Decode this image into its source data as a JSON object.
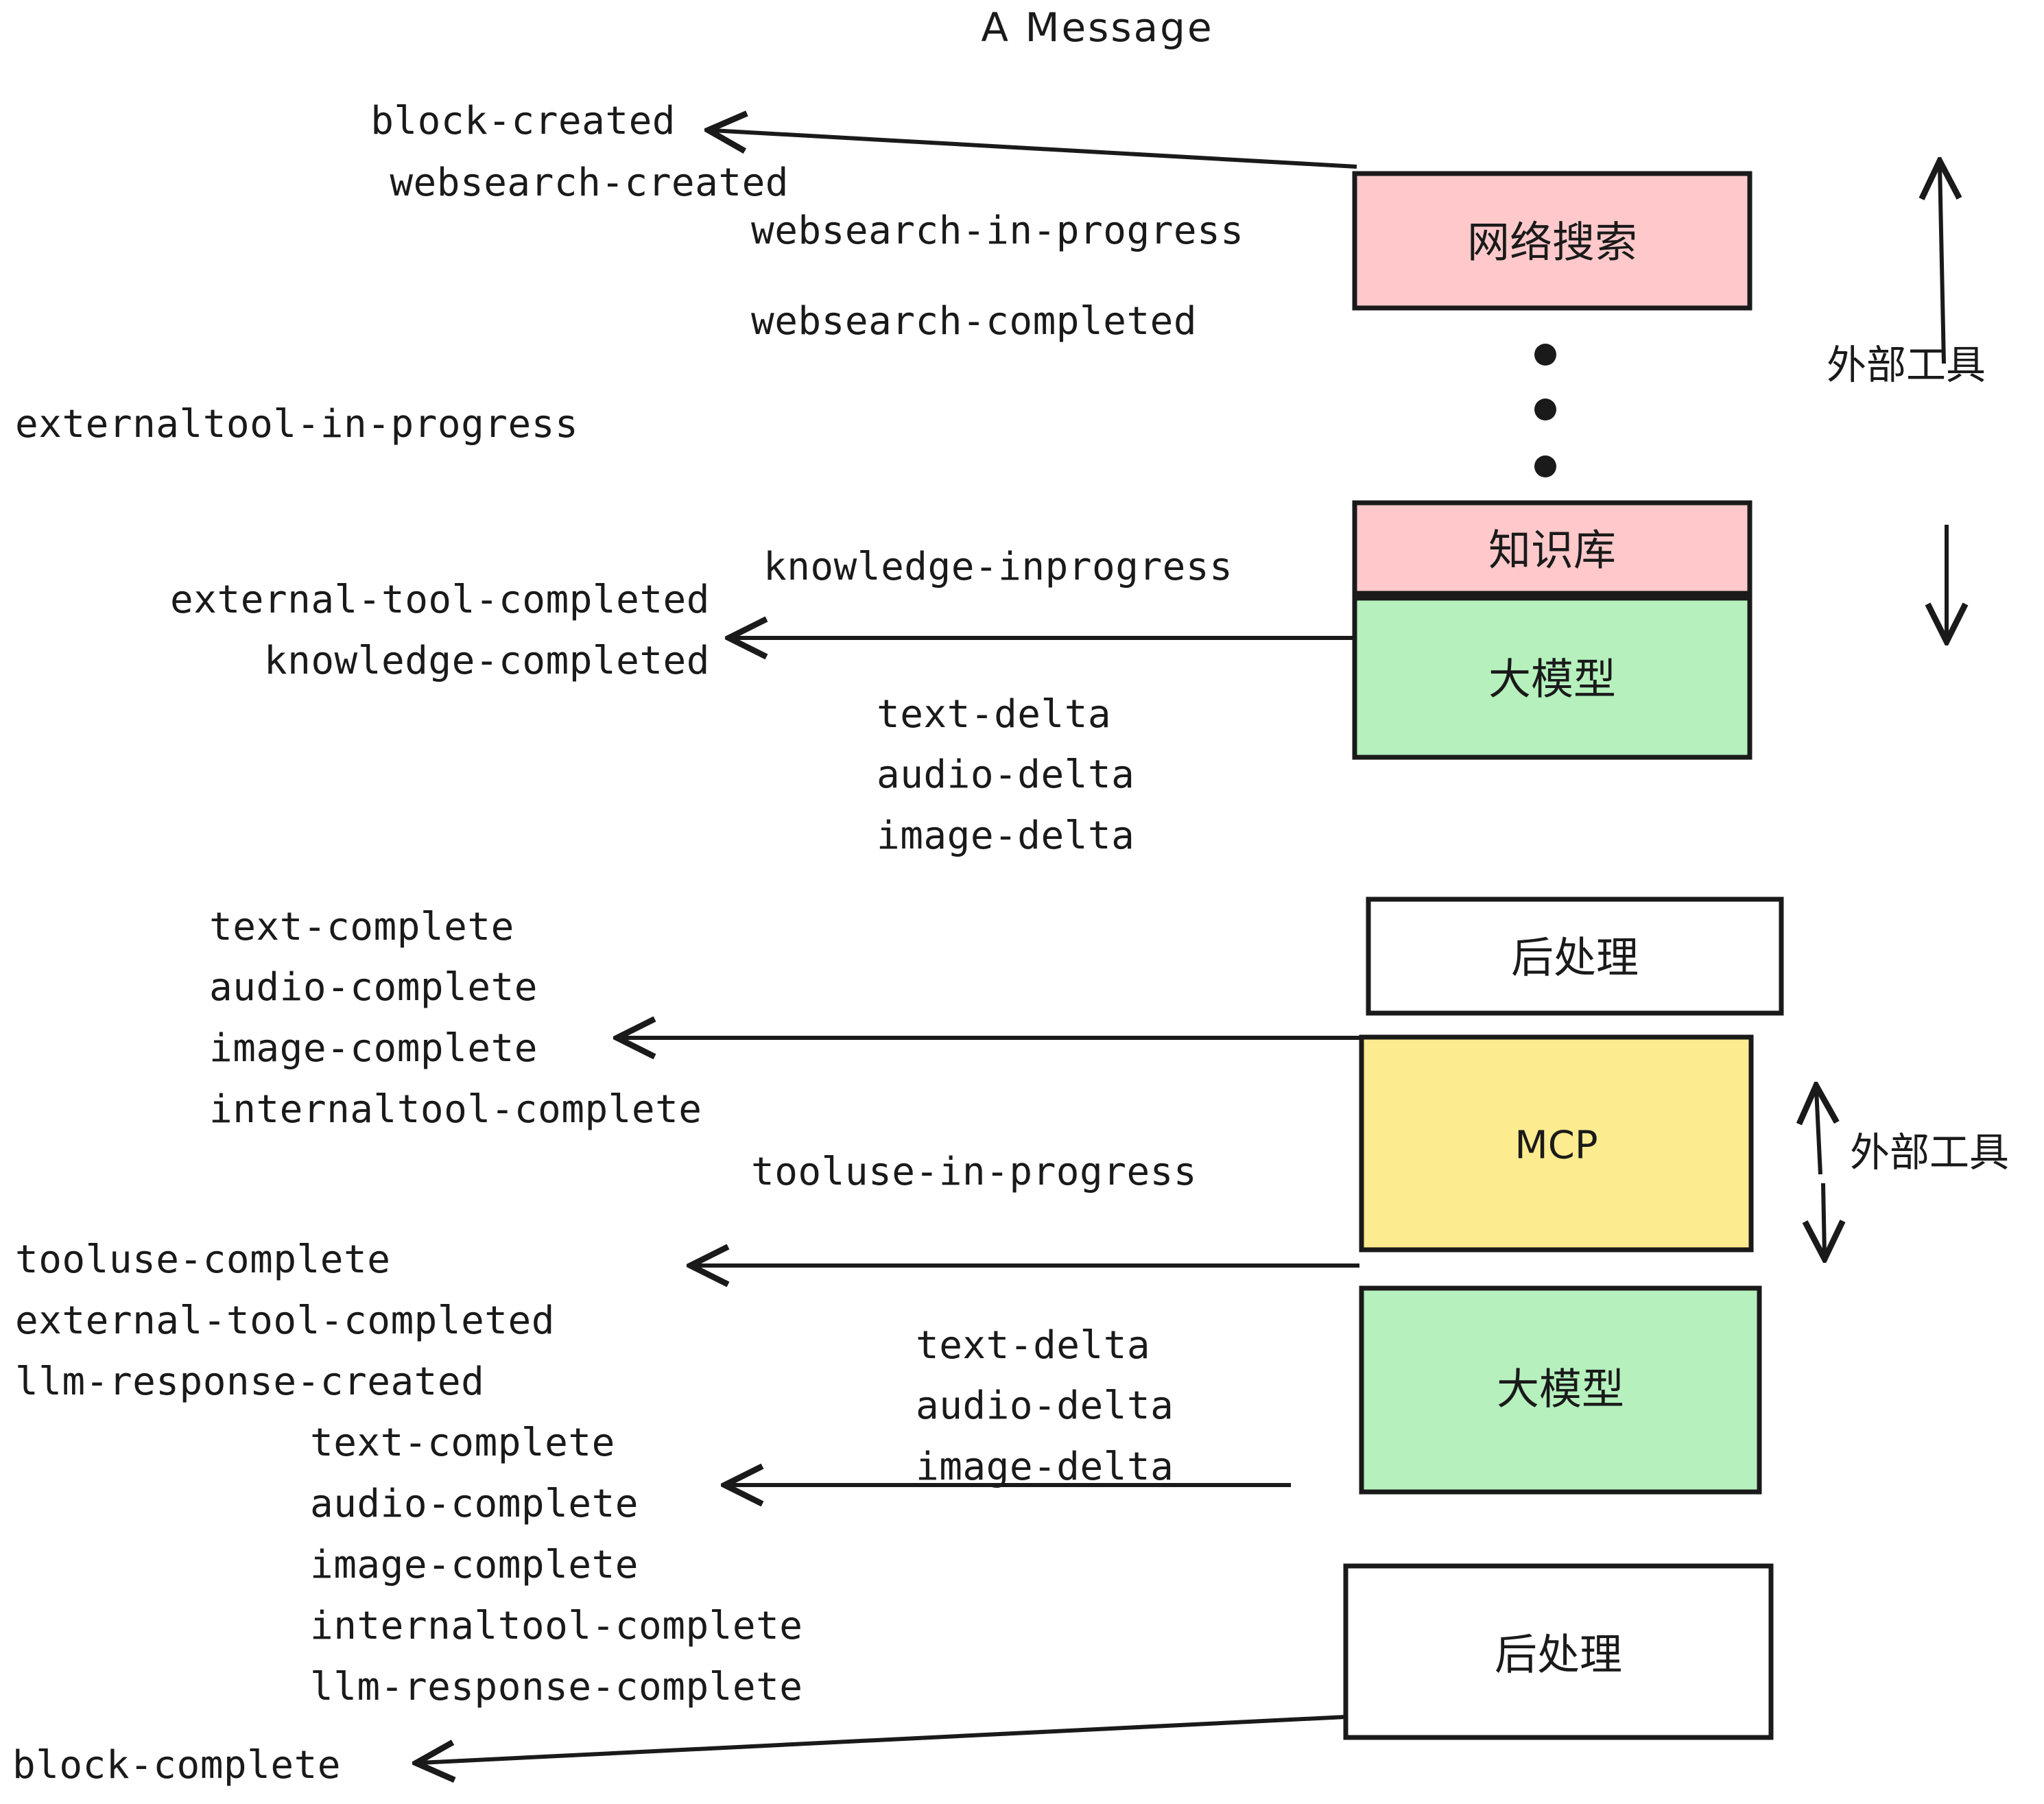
{
  "title": "A Message",
  "colors": {
    "pink": "#FFC9CB",
    "green": "#B5F0BD",
    "yellow": "#FDEB8F",
    "white": "#FFFFFF",
    "stroke": "#1A1A1A"
  },
  "nodes": [
    {
      "id": "websearch",
      "label": "网络搜索",
      "fill": "#FFC9CB"
    },
    {
      "id": "knowledge",
      "label": "知识库",
      "fill": "#FFC9CB"
    },
    {
      "id": "llm-1",
      "label": "大模型",
      "fill": "#B5F0BD"
    },
    {
      "id": "postproc-1",
      "label": "后处理",
      "fill": "#FFFFFF"
    },
    {
      "id": "mcp",
      "label": "MCP",
      "fill": "#FDEB8F"
    },
    {
      "id": "llm-2",
      "label": "大模型",
      "fill": "#B5F0BD"
    },
    {
      "id": "postproc-2",
      "label": "后处理",
      "fill": "#FFFFFF"
    }
  ],
  "side_labels": [
    {
      "id": "external-tools-top",
      "label": "外部工具"
    },
    {
      "id": "external-tools-bottom",
      "label": "外部工具"
    }
  ],
  "events": [
    {
      "id": "block-created",
      "label": "block-created"
    },
    {
      "id": "websearch-created",
      "label": "websearch-created"
    },
    {
      "id": "websearch-in-progress",
      "label": "websearch-in-progress"
    },
    {
      "id": "websearch-completed",
      "label": "websearch-completed"
    },
    {
      "id": "externaltool-in-progress",
      "label": "externaltool-in-progress"
    },
    {
      "id": "knowledge-inprogress",
      "label": "knowledge-inprogress"
    },
    {
      "id": "external-tool-completed-1",
      "label": "external-tool-completed"
    },
    {
      "id": "knowledge-completed",
      "label": "knowledge-completed"
    },
    {
      "id": "text-delta-1",
      "label": "text-delta"
    },
    {
      "id": "audio-delta-1",
      "label": "audio-delta"
    },
    {
      "id": "image-delta-1",
      "label": "image-delta"
    },
    {
      "id": "text-complete-1",
      "label": "text-complete"
    },
    {
      "id": "audio-complete-1",
      "label": "audio-complete"
    },
    {
      "id": "image-complete-1",
      "label": "image-complete"
    },
    {
      "id": "internaltool-complete-1",
      "label": "internaltool-complete"
    },
    {
      "id": "tooluse-in-progress",
      "label": "tooluse-in-progress"
    },
    {
      "id": "tooluse-complete",
      "label": "tooluse-complete"
    },
    {
      "id": "external-tool-completed-2",
      "label": "external-tool-completed"
    },
    {
      "id": "llm-response-created",
      "label": "llm-response-created"
    },
    {
      "id": "text-delta-2",
      "label": "text-delta"
    },
    {
      "id": "audio-delta-2",
      "label": "audio-delta"
    },
    {
      "id": "image-delta-2",
      "label": "image-delta"
    },
    {
      "id": "text-complete-2",
      "label": "text-complete"
    },
    {
      "id": "audio-complete-2",
      "label": "audio-complete"
    },
    {
      "id": "image-complete-2",
      "label": "image-complete"
    },
    {
      "id": "internaltool-complete-2",
      "label": "internaltool-complete"
    },
    {
      "id": "llm-response-complete",
      "label": "llm-response-complete"
    },
    {
      "id": "block-complete",
      "label": "block-complete"
    }
  ]
}
